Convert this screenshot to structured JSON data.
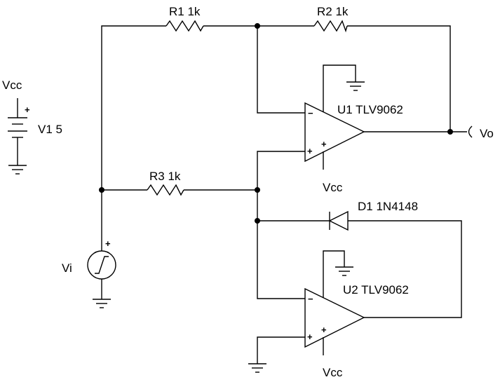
{
  "components": {
    "r1": {
      "ref": "R1",
      "value": "1k"
    },
    "r2": {
      "ref": "R2",
      "value": "1k"
    },
    "r3": {
      "ref": "R3",
      "value": "1k"
    },
    "u1": {
      "ref": "U1",
      "part": "TLV9062",
      "supply_label": "Vcc",
      "minus_sign": "−",
      "plus_sign": "+",
      "pin_plus": "+"
    },
    "u2": {
      "ref": "U2",
      "part": "TLV9062",
      "supply_label": "Vcc",
      "minus_sign": "−",
      "plus_sign": "+",
      "pin_plus": "+"
    },
    "d1": {
      "ref": "D1",
      "part": "1N4148"
    },
    "v1": {
      "ref": "V1",
      "value": "5",
      "net_label": "Vcc",
      "polarity": "+"
    },
    "vi": {
      "ref": "Vi",
      "polarity": "+"
    }
  },
  "nets": {
    "output": "Vo"
  }
}
